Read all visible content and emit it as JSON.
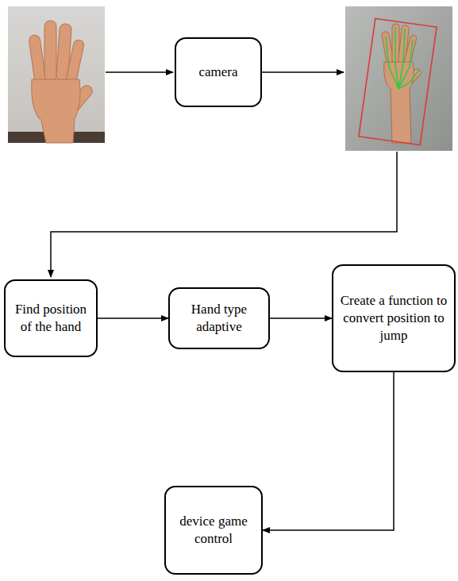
{
  "diagram": {
    "nodes": [
      {
        "text": [
          "camera"
        ]
      },
      {
        "text": [
          "Find position of the hand"
        ]
      },
      {
        "text": [
          "Hand type adaptive"
        ]
      },
      {
        "text": [
          "Create a function to convert position to jump"
        ]
      },
      {
        "text": [
          "device game control"
        ]
      }
    ],
    "edges": [
      {
        "from": 1,
        "to": 2,
        "arrow": "to"
      },
      {
        "from": 2,
        "to": 3,
        "arrow": "to"
      },
      {
        "from": 3,
        "to": 4,
        "arrow": "to"
      }
    ]
  }
}
